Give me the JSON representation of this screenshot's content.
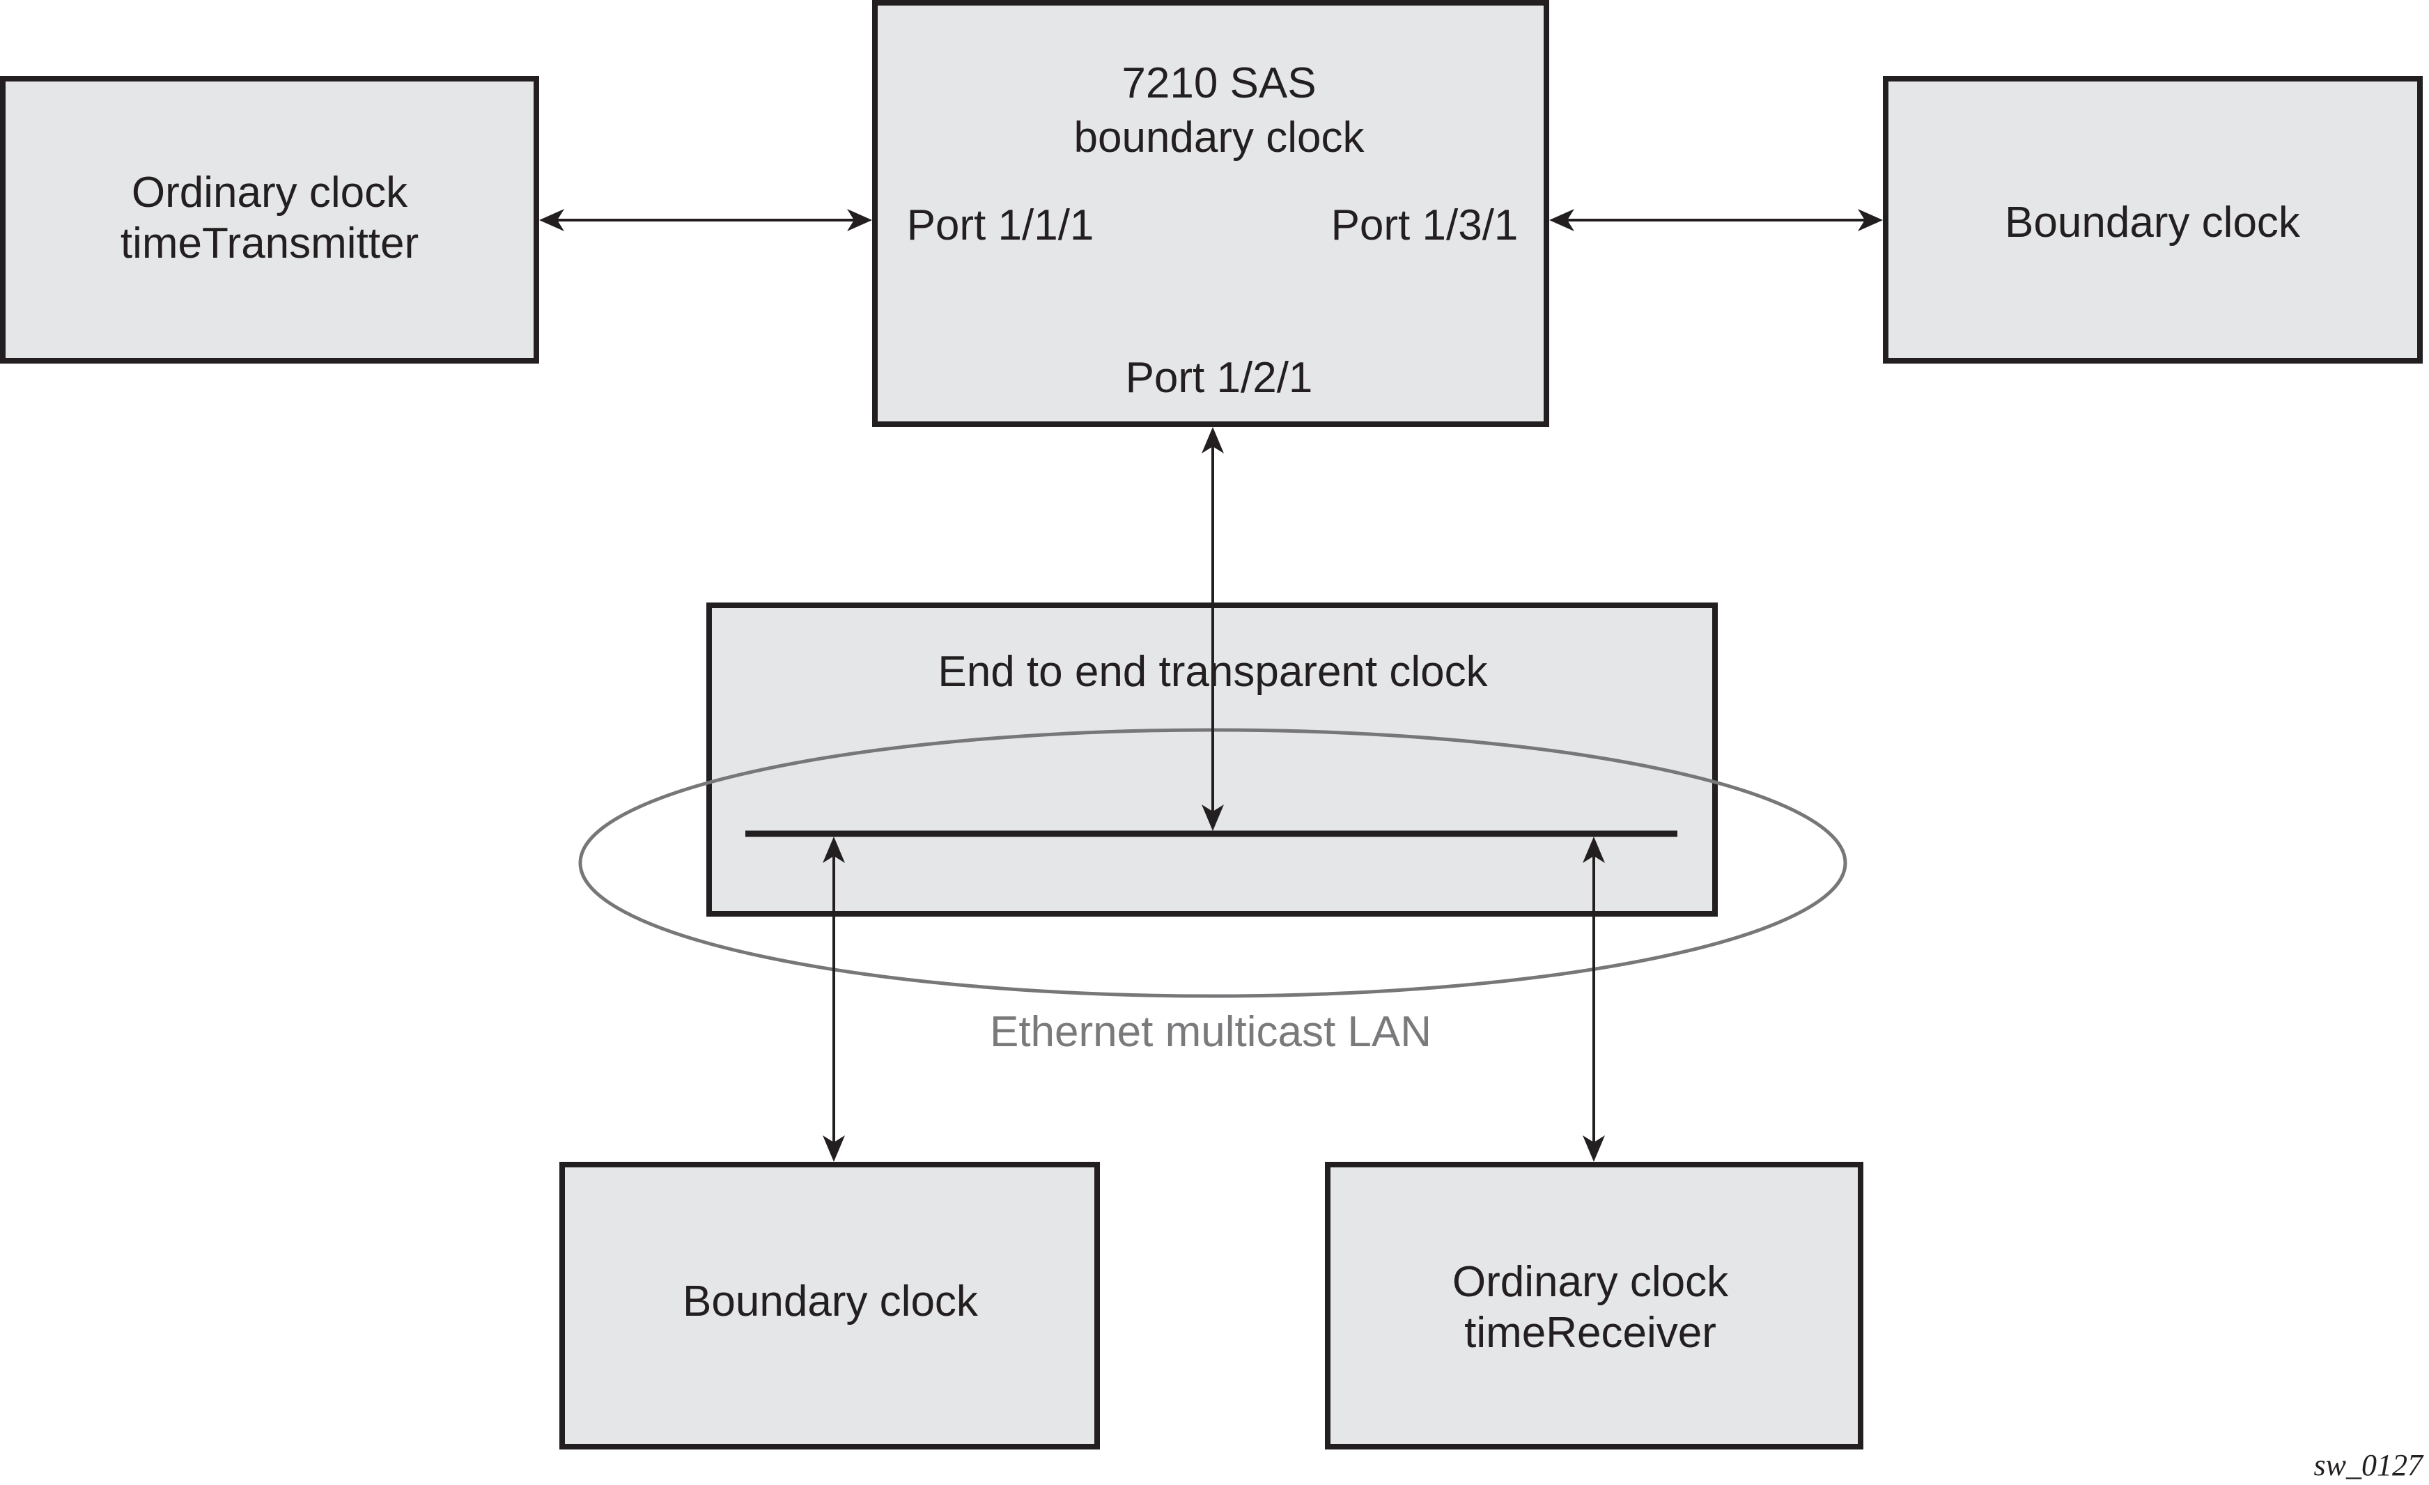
{
  "diagram": {
    "nodes": {
      "ordinary_transmitter": {
        "lines": [
          "Ordinary clock",
          "timeTransmitter"
        ]
      },
      "sas_boundary": {
        "lines": [
          "7210 SAS",
          "boundary clock"
        ],
        "ports": {
          "left": "Port 1/1/1",
          "right": "Port 1/3/1",
          "bottom": "Port 1/2/1"
        }
      },
      "boundary_right": {
        "lines": [
          "Boundary clock"
        ]
      },
      "transparent": {
        "lines": [
          "End to end transparent clock"
        ]
      },
      "boundary_bottom": {
        "lines": [
          "Boundary clock"
        ]
      },
      "ordinary_receiver": {
        "lines": [
          "Ordinary clock",
          "timeReceiver"
        ]
      }
    },
    "lan_label": "Ethernet multicast LAN",
    "figure_id": "sw_0127",
    "connections": [
      {
        "from": "ordinary_transmitter",
        "to": "sas_boundary.port_1/1/1",
        "direction": "bidirectional"
      },
      {
        "from": "sas_boundary.port_1/3/1",
        "to": "boundary_right",
        "direction": "bidirectional"
      },
      {
        "from": "sas_boundary.port_1/2/1",
        "to": "transparent.bus",
        "direction": "bidirectional"
      },
      {
        "from": "transparent.bus",
        "to": "boundary_bottom",
        "direction": "bidirectional"
      },
      {
        "from": "transparent.bus",
        "to": "ordinary_receiver",
        "direction": "bidirectional"
      }
    ],
    "colors": {
      "box_fill": "#e5e6e8",
      "stroke": "#231f20",
      "lan": "#77777a"
    }
  }
}
